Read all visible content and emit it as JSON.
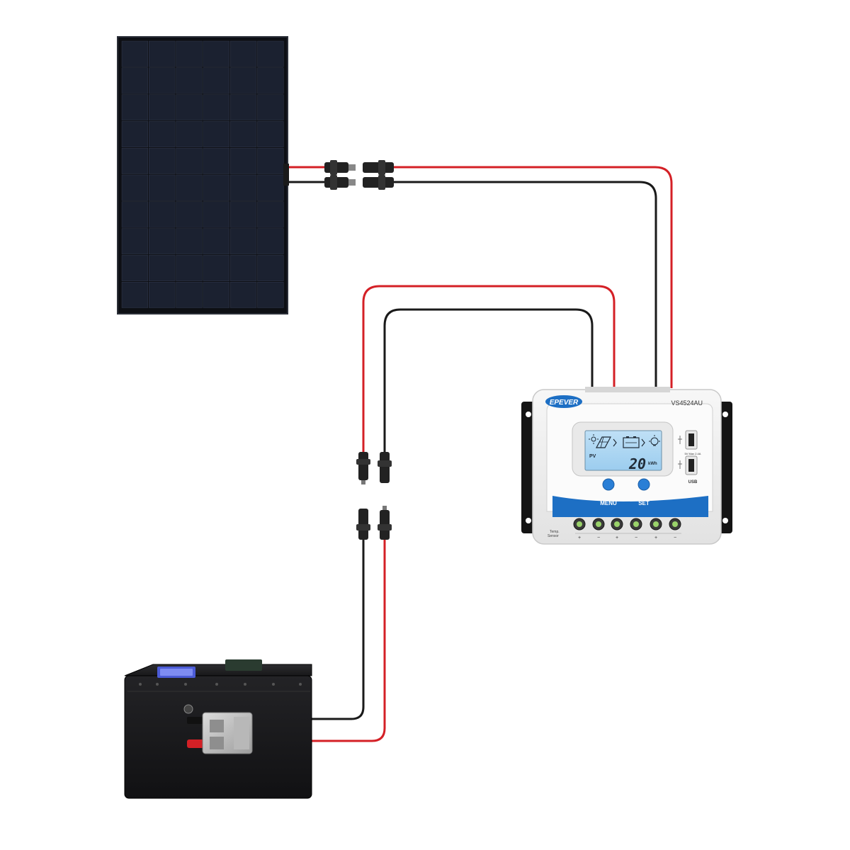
{
  "controller": {
    "brand": "EPEVER",
    "model": "VS4524AU",
    "lcd": {
      "pv_label": "PV",
      "reading_value": "20",
      "reading_unit": "kWh"
    },
    "buttons": {
      "menu_label": "MENU",
      "set_label": "SET"
    },
    "usb_spec": "5V  Max 2.4A",
    "usb_label": "USB",
    "temp_sensor_label_line1": "Temp.",
    "temp_sensor_label_line2": "Sensor",
    "terminal_polarity_labels": [
      "+",
      "−",
      "+",
      "−",
      "+",
      "−"
    ]
  },
  "colors": {
    "positive_wire": "#d42026",
    "negative_wire": "#1a1a1a",
    "panel_cell": "#1b2130",
    "controller_accent": "#1d6fc4",
    "battery_body": "#1c1c1e"
  }
}
